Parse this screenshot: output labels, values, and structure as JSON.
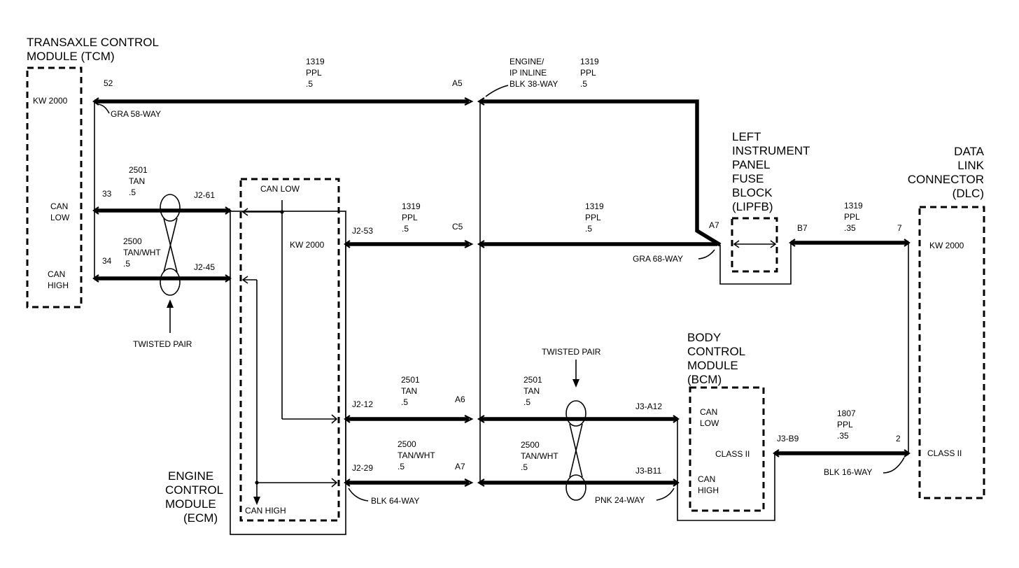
{
  "modules": {
    "tcm": {
      "title_line1": "TRANSAXLE CONTROL",
      "title_line2": "MODULE (TCM)",
      "kw": "KW 2000",
      "can_low_1": "CAN",
      "can_low_2": "LOW",
      "can_high_1": "CAN",
      "can_high_2": "HIGH"
    },
    "ecm": {
      "title_line1": "ENGINE",
      "title_line2": "CONTROL",
      "title_line3": "MODULE",
      "title_line4": "(ECM)",
      "kw": "KW 2000",
      "can_low": "CAN LOW",
      "can_high": "CAN HIGH"
    },
    "lipfb": {
      "line1": "LEFT",
      "line2": "INSTRUMENT",
      "line3": "PANEL",
      "line4": "FUSE",
      "line5": "BLOCK",
      "line6": "(LIPFB)"
    },
    "dlc": {
      "line1": "DATA",
      "line2": "LINK",
      "line3": "CONNECTOR",
      "line4": "(DLC)",
      "kw": "KW 2000",
      "class2": "CLASS II"
    },
    "bcm": {
      "line1": "BODY",
      "line2": "CONTROL",
      "line3": "MODULE",
      "line4": "(BCM)",
      "can_low_1": "CAN",
      "can_low_2": "LOW",
      "class2": "CLASS II",
      "can_high_1": "CAN",
      "can_high_2": "HIGH"
    }
  },
  "pins": {
    "tcm_52": "52",
    "tcm_33": "33",
    "tcm_34": "34",
    "ecm_j2_61": "J2-61",
    "ecm_j2_45": "J2-45",
    "ecm_j2_53": "J2-53",
    "ecm_j2_12": "J2-12",
    "ecm_j2_29": "J2-29",
    "inline_a5": "A5",
    "inline_c5": "C5",
    "inline_a6": "A6",
    "inline_a7": "A7",
    "lipfb_a7": "A7",
    "lipfb_b7": "B7",
    "dlc_7": "7",
    "dlc_2": "2",
    "bcm_j3_a12": "J3-A12",
    "bcm_j3_b11": "J3-B11",
    "bcm_j3_b9": "J3-B9"
  },
  "connectors": {
    "gra58": "GRA 58-WAY",
    "inline1": "ENGINE/",
    "inline2": "IP INLINE",
    "inline3": "BLK 38-WAY",
    "gra68": "GRA 68-WAY",
    "blk64": "BLK 64-WAY",
    "pnk24": "PNK 24-WAY",
    "blk16": "BLK 16-WAY"
  },
  "wires": {
    "w1": {
      "circuit": "1319",
      "color": "PPL",
      "gauge": ".5"
    },
    "w2": {
      "circuit": "1319",
      "color": "PPL",
      "gauge": ".5"
    },
    "w3": {
      "circuit": "2501",
      "color": "TAN",
      "gauge": ".5"
    },
    "w4": {
      "circuit": "2500",
      "color": "TAN/WHT",
      "gauge": ".5"
    },
    "w5": {
      "circuit": "1319",
      "color": "PPL",
      "gauge": ".5"
    },
    "w6": {
      "circuit": "1319",
      "color": "PPL",
      "gauge": ".5"
    },
    "w7": {
      "circuit": "1319",
      "color": "PPL",
      "gauge": ".35"
    },
    "w8": {
      "circuit": "2501",
      "color": "TAN",
      "gauge": ".5"
    },
    "w9": {
      "circuit": "2500",
      "color": "TAN/WHT",
      "gauge": ".5"
    },
    "w10": {
      "circuit": "2501",
      "color": "TAN",
      "gauge": ".5"
    },
    "w11": {
      "circuit": "2500",
      "color": "TAN/WHT",
      "gauge": ".5"
    },
    "w12": {
      "circuit": "1807",
      "color": "PPL",
      "gauge": ".35"
    }
  },
  "notes": {
    "twisted_pair_1": "TWISTED PAIR",
    "twisted_pair_2": "TWISTED PAIR"
  }
}
